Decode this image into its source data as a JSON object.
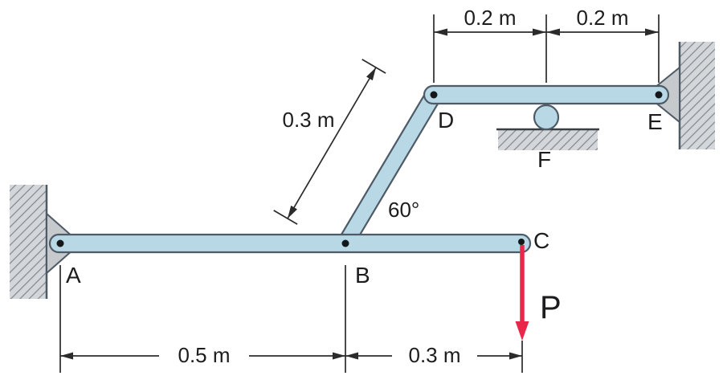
{
  "figure": {
    "labels": {
      "a": "A",
      "b": "B",
      "c": "C",
      "d": "D",
      "e": "E",
      "f": "F",
      "force": "P",
      "angle": "60°"
    },
    "dimensions": {
      "top_left": "0.2 m",
      "top_right": "0.2 m",
      "diagonal": "0.3 m",
      "bottom_left": "0.5 m",
      "bottom_right": "0.3 m"
    },
    "colors": {
      "member_fill": "#b9d8e6",
      "member_stroke": "#4e5b66",
      "support_fill": "#c6cacd",
      "hatch_line": "#83878c",
      "force": "#e8274b",
      "dim_line": "#2b2b2b",
      "text": "#1d1d1f"
    }
  }
}
